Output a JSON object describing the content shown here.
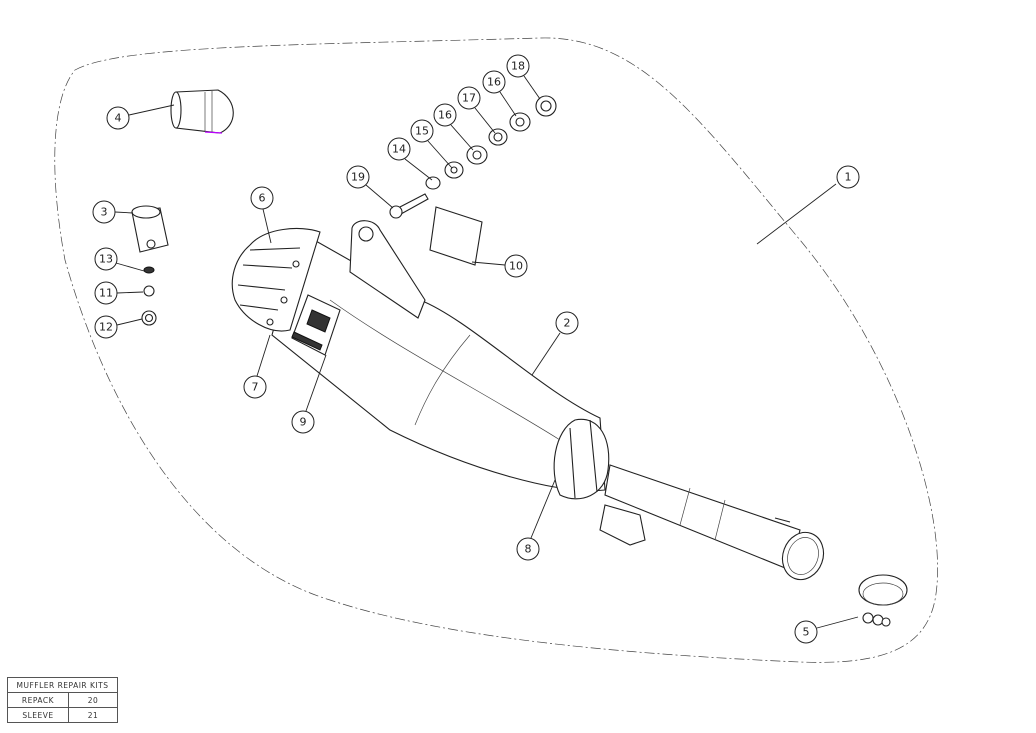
{
  "callouts": [
    {
      "label": "1"
    },
    {
      "label": "2"
    },
    {
      "label": "3"
    },
    {
      "label": "4"
    },
    {
      "label": "5"
    },
    {
      "label": "6"
    },
    {
      "label": "7"
    },
    {
      "label": "8"
    },
    {
      "label": "9"
    },
    {
      "label": "10"
    },
    {
      "label": "11"
    },
    {
      "label": "12"
    },
    {
      "label": "13"
    },
    {
      "label": "14"
    },
    {
      "label": "15"
    },
    {
      "label": "16"
    },
    {
      "label": "17"
    },
    {
      "label": "16"
    },
    {
      "label": "18"
    },
    {
      "label": "19"
    }
  ],
  "repair_kits": {
    "title": "MUFFLER REPAIR KITS",
    "rows": [
      {
        "name": "REPACK",
        "number": "20"
      },
      {
        "name": "SLEEVE",
        "number": "21"
      }
    ]
  }
}
